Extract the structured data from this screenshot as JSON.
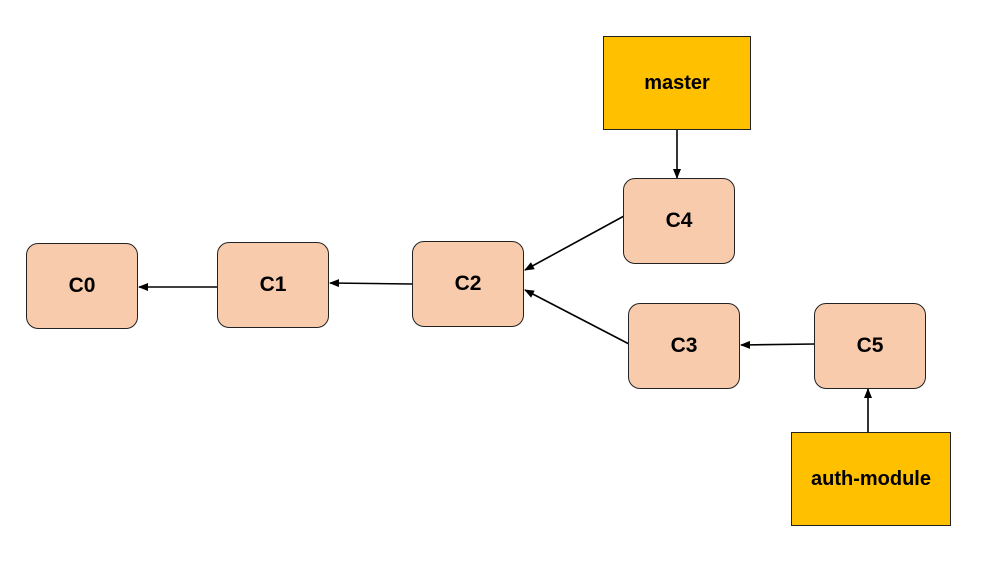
{
  "colors": {
    "commit_fill": "#f8cbad",
    "branch_fill": "#ffc000",
    "border": "#222222",
    "arrow": "#000000"
  },
  "commits": {
    "c0": "C0",
    "c1": "C1",
    "c2": "C2",
    "c3": "C3",
    "c4": "C4",
    "c5": "C5"
  },
  "branches": {
    "master": "master",
    "auth_module": "auth-module"
  },
  "edges": [
    {
      "from": "C1",
      "to": "C0"
    },
    {
      "from": "C2",
      "to": "C1"
    },
    {
      "from": "C4",
      "to": "C2"
    },
    {
      "from": "C3",
      "to": "C2"
    },
    {
      "from": "C5",
      "to": "C3"
    },
    {
      "from": "master",
      "to": "C4"
    },
    {
      "from": "auth-module",
      "to": "C5"
    }
  ]
}
